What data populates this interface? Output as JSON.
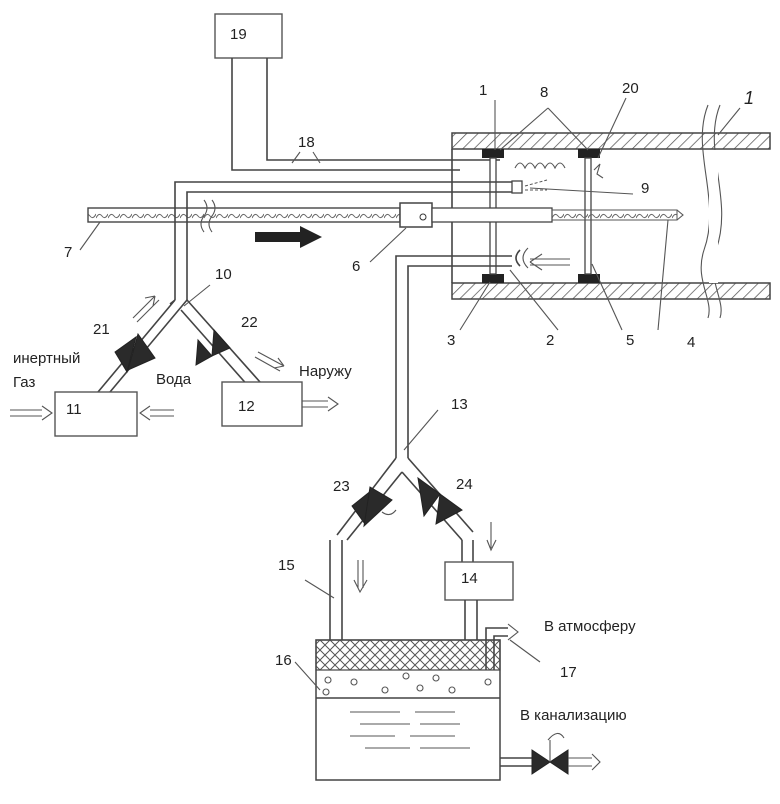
{
  "labels": {
    "n1a": "1",
    "n1b": "1",
    "n2": "2",
    "n3": "3",
    "n4": "4",
    "n5": "5",
    "n6": "6",
    "n7": "7",
    "n8": "8",
    "n9": "9",
    "n10": "10",
    "n11": "11",
    "n12": "12",
    "n13": "13",
    "n14": "14",
    "n15": "15",
    "n16": "16",
    "n17": "17",
    "n18": "18",
    "n19": "19",
    "n20": "20",
    "n21": "21",
    "n22": "22",
    "n23": "23",
    "n24": "24"
  },
  "text": {
    "inert1": "инертный",
    "inert2": "Газ",
    "water": "Вода",
    "out": "Наружу",
    "atm": "В атмосферу",
    "sewer": "В канализацию"
  }
}
